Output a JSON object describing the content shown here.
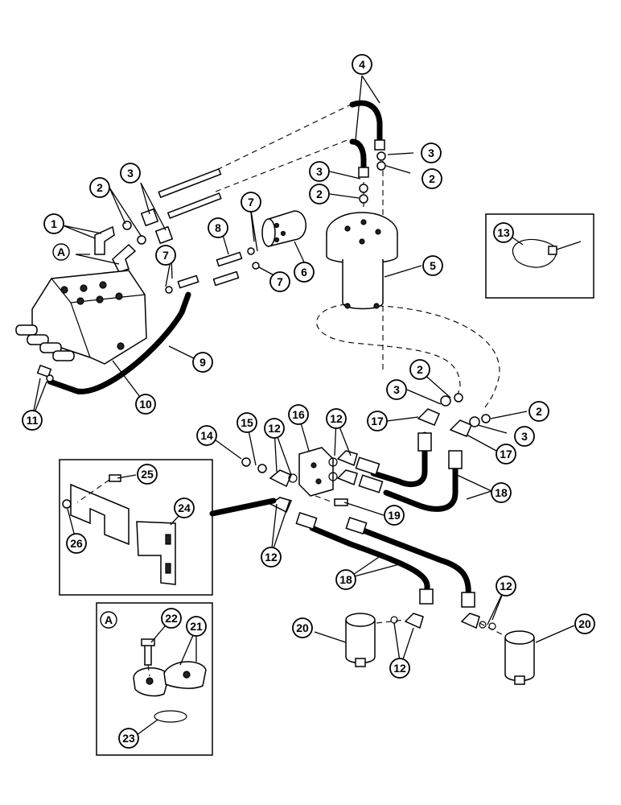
{
  "inset_label_a": "A",
  "callout_labels": [
    "1",
    "2",
    "3",
    "4",
    "5",
    "6",
    "7",
    "8",
    "9",
    "10",
    "11",
    "12",
    "13",
    "14",
    "15",
    "16",
    "17",
    "18",
    "19",
    "20",
    "21",
    "22",
    "23",
    "24",
    "25",
    "26"
  ]
}
